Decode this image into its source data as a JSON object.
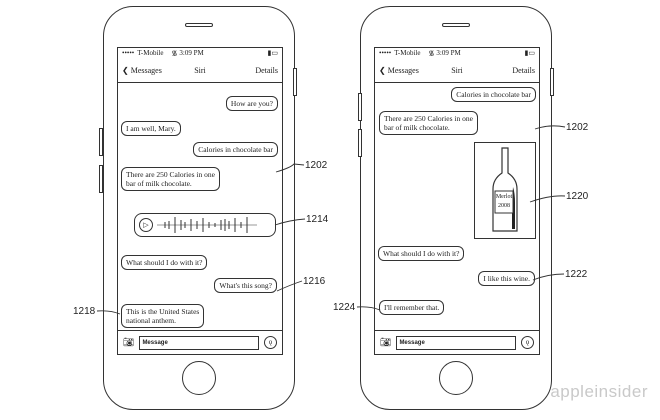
{
  "phones": [
    {
      "status": {
        "carrier": "T-Mobile",
        "time": "3:09 PM"
      },
      "nav": {
        "back": "Messages",
        "title": "Siri",
        "details": "Details"
      },
      "messages": [
        {
          "text": "How are you?",
          "side": "right"
        },
        {
          "text": "I am well, Mary.",
          "side": "left"
        },
        {
          "text": "Calories in chocolate bar",
          "side": "right"
        },
        {
          "text": "There are 250 Calories in one\nbar of milk chocolate.",
          "side": "left"
        },
        {
          "text": "What should I do with it?",
          "side": "left"
        },
        {
          "text": "What's this song?",
          "side": "right"
        },
        {
          "text": "This is the United States\nnational anthem.",
          "side": "left"
        }
      ],
      "message_placeholder": "Message",
      "refs": {
        "screen": "1202",
        "audio": "1214",
        "song": "1216",
        "anthem": "1218"
      }
    },
    {
      "status": {
        "carrier": "T-Mobile",
        "time": "3:09 PM"
      },
      "nav": {
        "back": "Messages",
        "title": "Siri",
        "details": "Details"
      },
      "messages": [
        {
          "text": "Calories in chocolate bar",
          "side": "right"
        },
        {
          "text": "There are 250 Calories in one\nbar of milk chocolate.",
          "side": "left"
        },
        {
          "text": "What should I do with it?",
          "side": "left"
        },
        {
          "text": "I like this wine.",
          "side": "right"
        },
        {
          "text": "I'll remember that.",
          "side": "left"
        }
      ],
      "wine_label": {
        "name": "Merlot",
        "year": "2008"
      },
      "message_placeholder": "Message",
      "refs": {
        "screen": "1202",
        "image": "1220",
        "wine": "1222",
        "remember": "1224"
      }
    }
  ],
  "watermark": "appleinsider"
}
